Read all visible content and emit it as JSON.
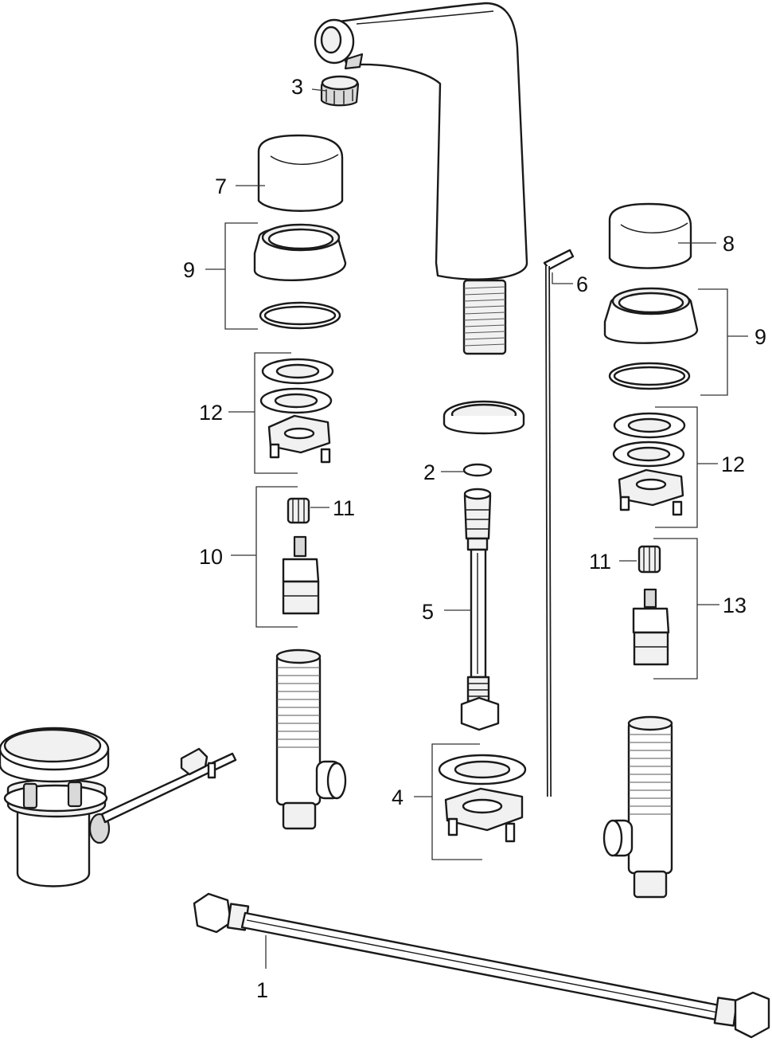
{
  "diagram": {
    "labels": [
      {
        "id": "p3",
        "text": "3"
      },
      {
        "id": "p7",
        "text": "7"
      },
      {
        "id": "p9-left",
        "text": "9"
      },
      {
        "id": "p8",
        "text": "8"
      },
      {
        "id": "p6",
        "text": "6"
      },
      {
        "id": "p9-right",
        "text": "9"
      },
      {
        "id": "p12-left",
        "text": "12"
      },
      {
        "id": "p2",
        "text": "2"
      },
      {
        "id": "p12-right",
        "text": "12"
      },
      {
        "id": "p11-left",
        "text": "11"
      },
      {
        "id": "p10",
        "text": "10"
      },
      {
        "id": "p11-right",
        "text": "11"
      },
      {
        "id": "p5",
        "text": "5"
      },
      {
        "id": "p13",
        "text": "13"
      },
      {
        "id": "p4",
        "text": "4"
      },
      {
        "id": "p1",
        "text": "1"
      }
    ]
  }
}
